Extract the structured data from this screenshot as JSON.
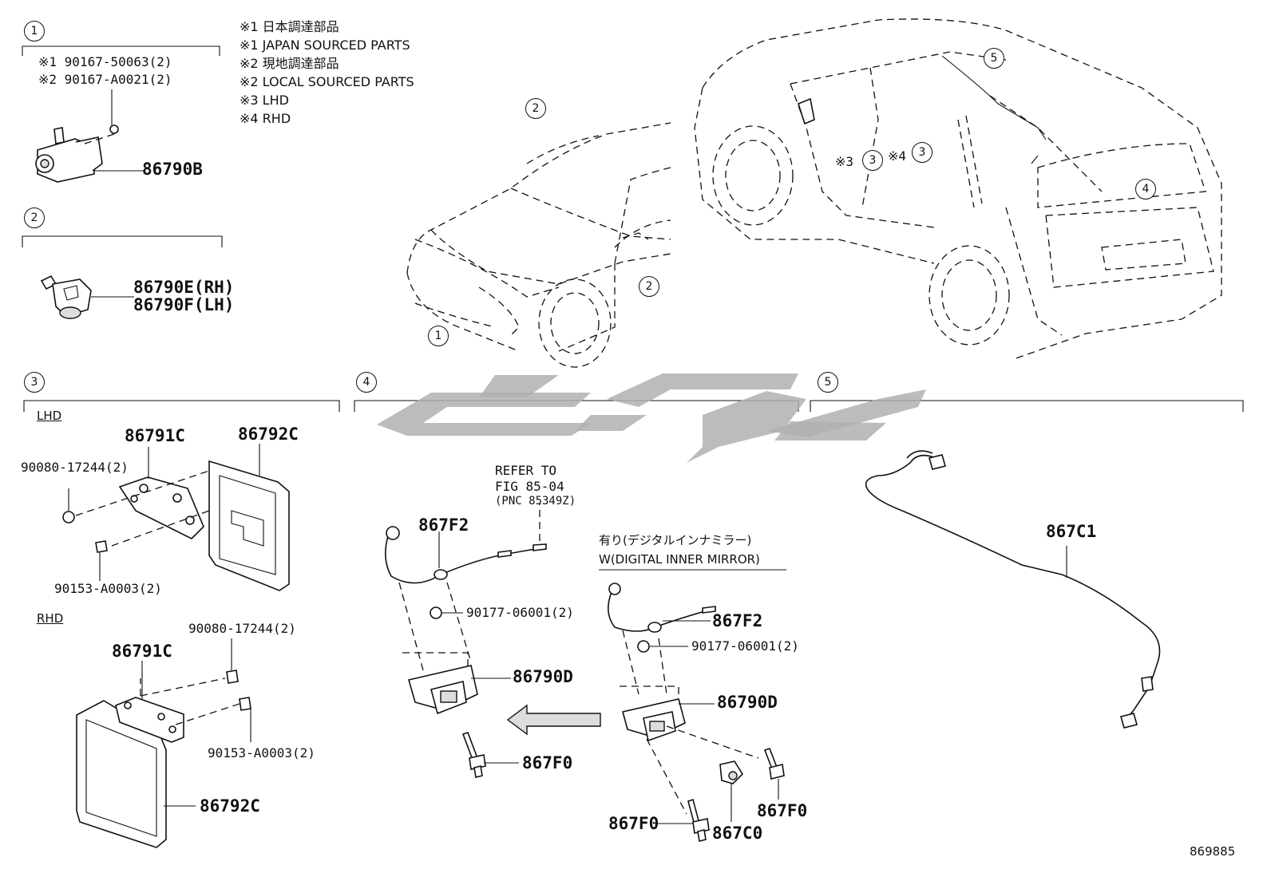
{
  "notes": [
    "※1 日本調達部品",
    "※1 JAPAN SOURCED PARTS",
    "※2 現地調達部品",
    "※2 LOCAL SOURCED PARTS",
    "※3 LHD",
    "※4 RHD"
  ],
  "sections": {
    "s1": {
      "number": "1",
      "ref_a": "※1 90167-50063(2)",
      "ref_b": "※2 90167-A0021(2)",
      "part": "86790B"
    },
    "s2": {
      "number": "2",
      "part_a": "86790E(RH)",
      "part_b": "86790F(LH)"
    },
    "s3": {
      "number": "3",
      "lhd": "LHD",
      "rhd": "RHD",
      "lhd_parts": [
        "86791C",
        "86792C",
        "90080-17244(2)",
        "90153-A0003(2)"
      ],
      "rhd_parts": [
        "86791C",
        "86792C",
        "90080-17244(2)",
        "90153-A0003(2)"
      ]
    },
    "s4": {
      "number": "4",
      "refer_line1": "REFER TO",
      "refer_line2": "FIG 85-04",
      "refer_line3": "(PNC 85349Z)",
      "digital_jp": "有り(デジタルインナミラー)",
      "digital_en": "W(DIGITAL INNER MIRROR)",
      "left_parts": [
        "867F2",
        "90177-06001(2)",
        "86790D",
        "867F0"
      ],
      "right_parts": [
        "867F2",
        "90177-06001(2)",
        "86790D",
        "867F0",
        "867F0",
        "867C0"
      ]
    },
    "s5": {
      "number": "5",
      "part": "867C1"
    }
  },
  "car_callouts": {
    "front": [
      "2",
      "2",
      "1"
    ],
    "rear": [
      "5",
      "3",
      "3",
      "4"
    ],
    "rear_notes": [
      "※3",
      "※4"
    ]
  },
  "figure_number": "869885"
}
